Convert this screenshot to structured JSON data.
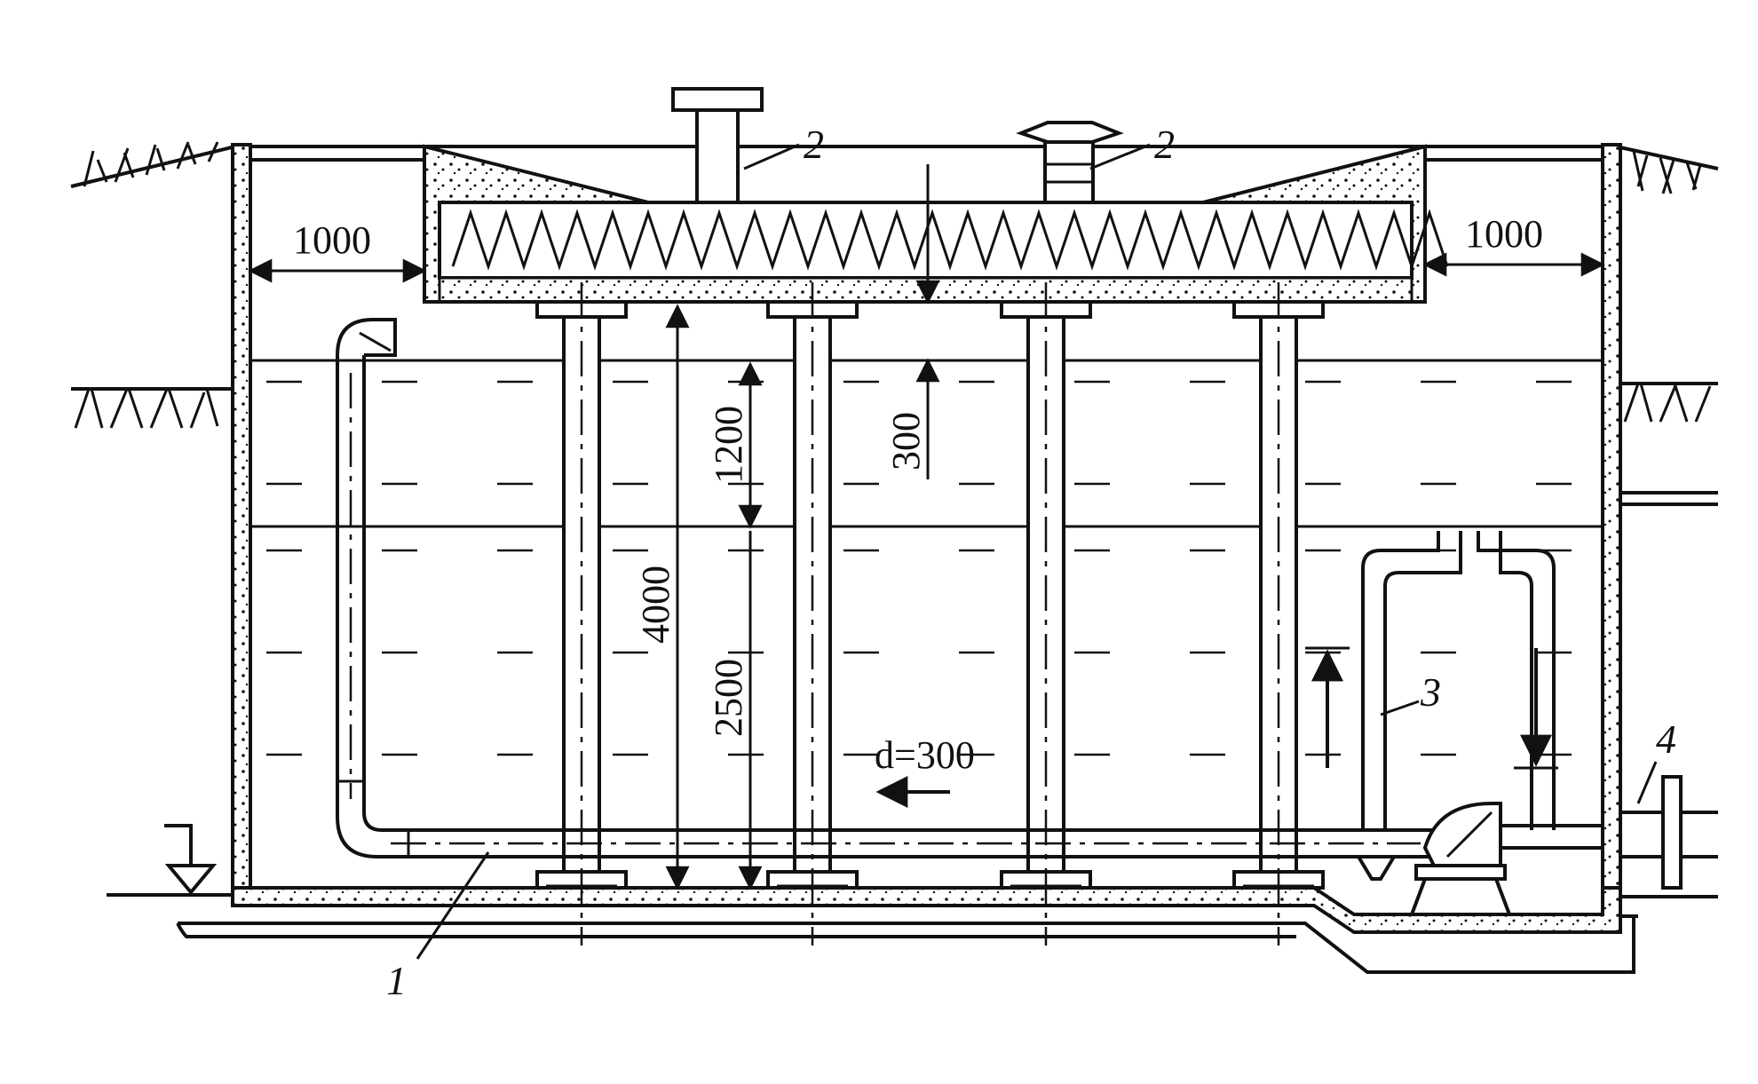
{
  "dimensions": {
    "left_clearance": "1000",
    "right_clearance": "1000",
    "column_height": "4000",
    "upper_band": "1200",
    "lower_band": "2500",
    "freeboard": "300",
    "pipe_diameter": "d=300"
  },
  "callouts": {
    "pipe": "1",
    "vent_left": "2",
    "vent_right": "2",
    "siphon": "3",
    "outlet": "4"
  }
}
